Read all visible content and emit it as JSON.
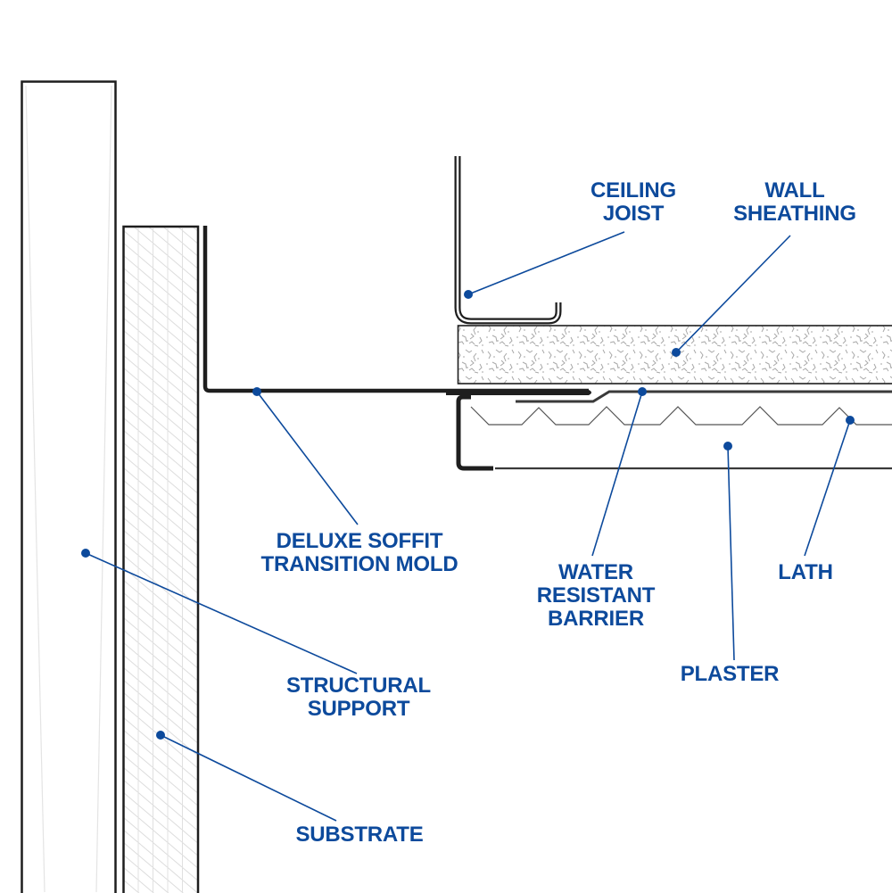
{
  "diagram": {
    "title": "Deluxe Soffit Transition Mold section detail",
    "colors": {
      "label": "#0d4a9c",
      "leader": "#0d4a9c",
      "outline": "#1e1e1e",
      "hatch": "#d9d9d9",
      "texture": "#a8a8a8"
    },
    "labels": {
      "ceiling_joist": [
        "CEILING",
        "JOIST"
      ],
      "wall_sheathing": [
        "WALL",
        "SHEATHING"
      ],
      "soffit_mold": [
        "DELUXE SOFFIT",
        "TRANSITION MOLD"
      ],
      "water_barrier": [
        "WATER",
        "RESISTANT",
        "BARRIER"
      ],
      "lath": [
        "LATH"
      ],
      "plaster": [
        "PLASTER"
      ],
      "structural_support": [
        "STRUCTURAL",
        "SUPPORT"
      ],
      "substrate": [
        "SUBSTRATE"
      ]
    }
  }
}
